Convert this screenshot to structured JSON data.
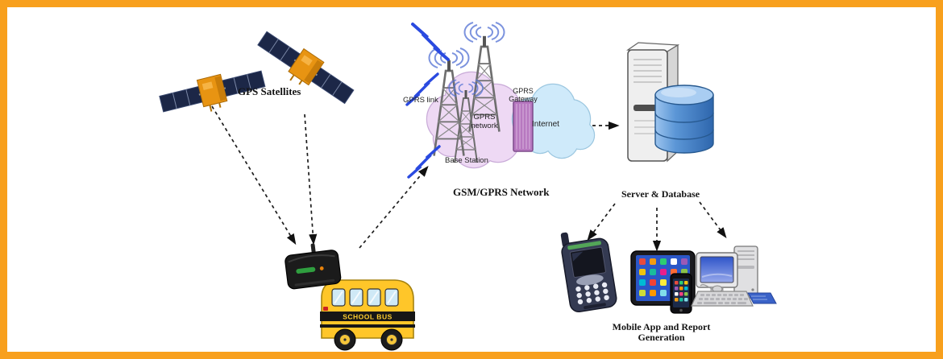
{
  "canvas": {
    "background": "#FFFFFF",
    "border_color": "#F8A01D"
  },
  "diagram": {
    "nodes": {
      "satellites": {
        "label": "GPS Satellites"
      },
      "gsm": {
        "title": "GSM/GPRS Network",
        "gprs_link": "GPRS link",
        "gprs_network": "GPRS network",
        "gprs_gateway": "GPRS Gateway",
        "internet": "Internet",
        "base_station": "Base Station"
      },
      "server": {
        "label": "Server & Database"
      },
      "clients": {
        "line1": "Mobile App and Report",
        "line2": "Generation"
      },
      "bus": {
        "label": "SCHOOL BUS"
      }
    },
    "colors": {
      "border_orange": "#F8A01D",
      "lightning_blue": "#2a4ae0",
      "pink_cloud": "#eed9f4",
      "blue_cloud": "#cfeafa",
      "database_blue": "#4a86cc",
      "bus_yellow": "#FFC629",
      "gateway_purple": "#b778c0"
    }
  }
}
